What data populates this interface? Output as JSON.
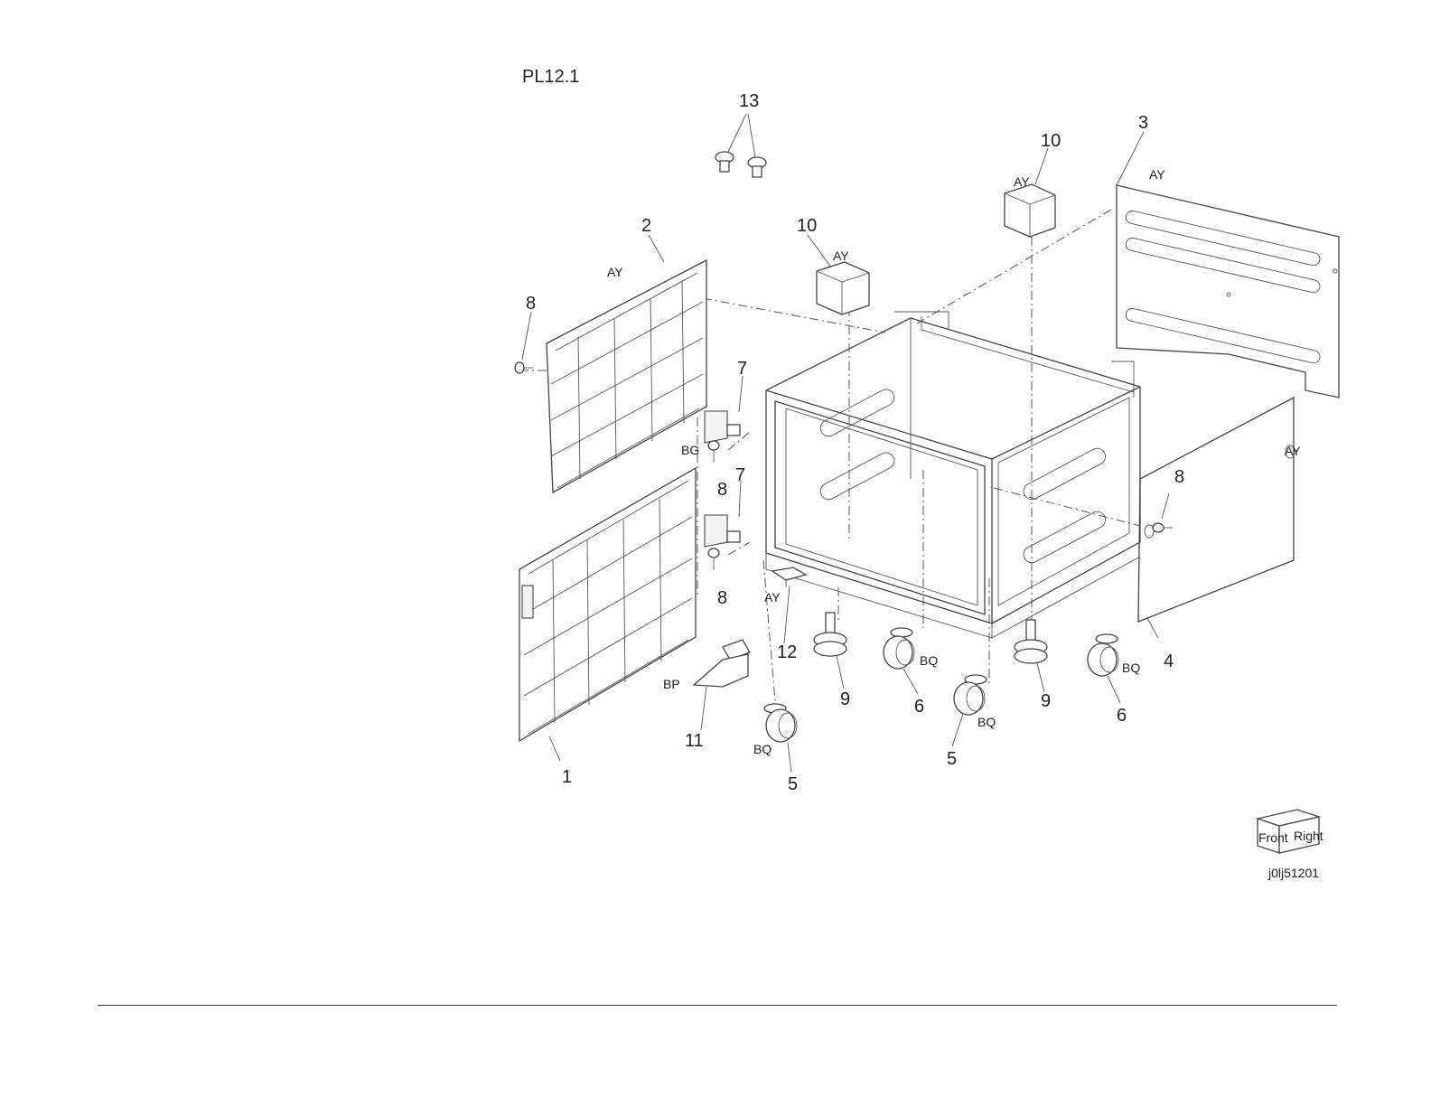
{
  "plate": {
    "title": "PL12.1",
    "figure_id": "j0lj51201"
  },
  "orientation_cube": {
    "front_label": "Front",
    "right_label": "Right"
  },
  "callouts": {
    "c1": "1",
    "c2": "2",
    "c3": "3",
    "c4": "4",
    "c5a": "5",
    "c5b": "5",
    "c6a": "6",
    "c6b": "6",
    "c7a": "7",
    "c7b": "7",
    "c8a": "8",
    "c8b": "8",
    "c8c": "8",
    "c8d": "8",
    "c9a": "9",
    "c9b": "9",
    "c10a": "10",
    "c10b": "10",
    "c11": "11",
    "c12": "12",
    "c13": "13"
  },
  "tags": {
    "ay_panel2": "AY",
    "ay_bracket10a": "AY",
    "ay_bracket10b": "AY",
    "ay_panel3": "AY",
    "ay_panel4": "AY",
    "ay_part12": "AY",
    "bg": "BG",
    "bp": "BP",
    "bq_5a": "BQ",
    "bq_6a": "BQ",
    "bq_5b": "BQ",
    "bq_6b": "BQ"
  }
}
